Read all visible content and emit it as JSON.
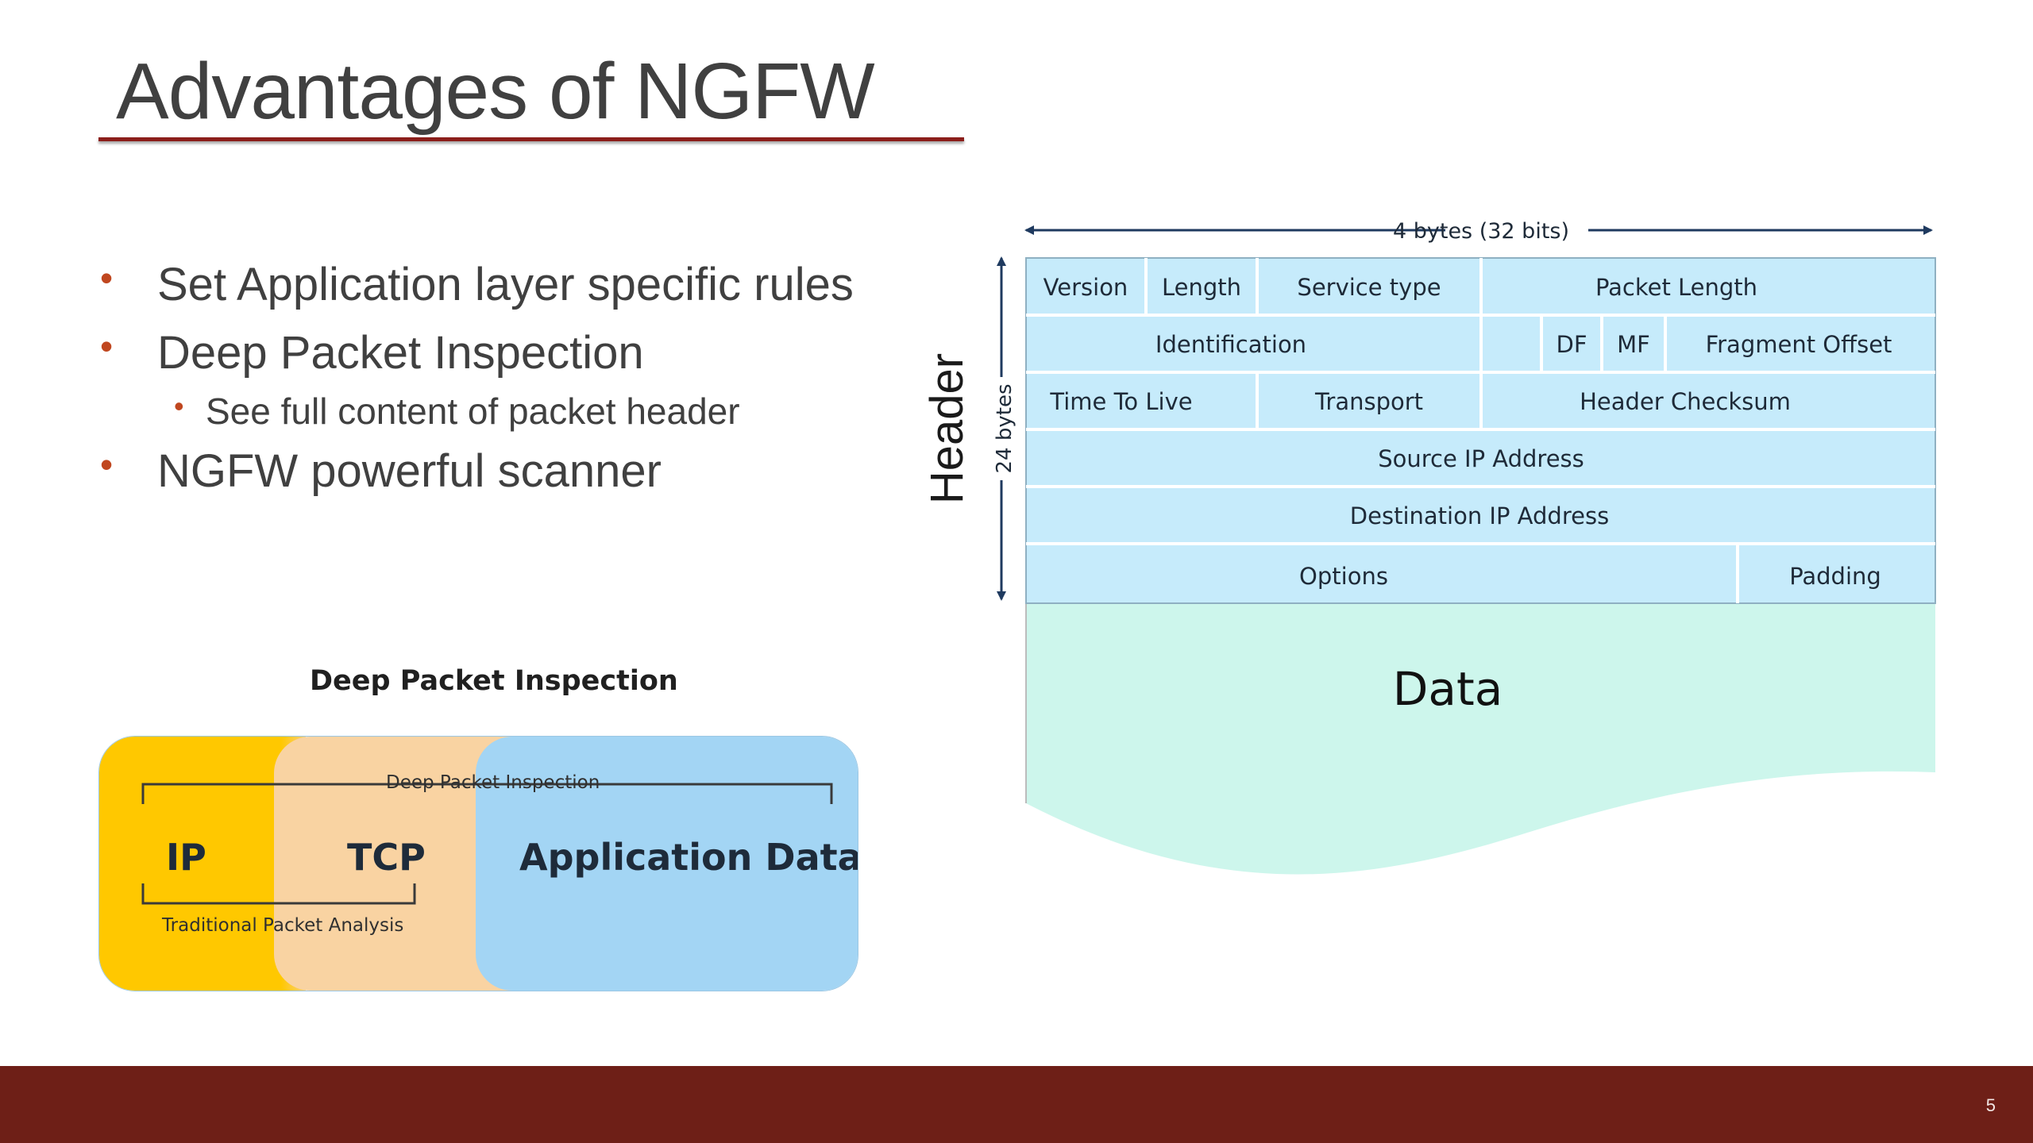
{
  "slide": {
    "title": "Advantages of NGFW",
    "page_number": "5",
    "colors": {
      "accent": "#8b1e1a",
      "footer": "#6e1f17",
      "bullet": "#c0471f",
      "text": "#404040"
    }
  },
  "bullets": [
    {
      "text": "Set Application layer specific rules",
      "level": 1
    },
    {
      "text": "Deep Packet Inspection",
      "level": 1
    },
    {
      "text": "See full content of packet header",
      "level": 2
    },
    {
      "text": "NGFW powerful scanner",
      "level": 1
    }
  ],
  "dpi_diagram": {
    "heading": "Deep Packet Inspection",
    "top_bracket_label": "Deep Packet Inspection",
    "bottom_bracket_label": "Traditional Packet Analysis",
    "segments": [
      {
        "label": "IP",
        "color": "#ffc800"
      },
      {
        "label": "TCP",
        "color": "#f9d3a2"
      },
      {
        "label": "Application Data",
        "color": "#a3d5f4"
      }
    ]
  },
  "ip_header": {
    "width_label": "4 bytes (32 bits)",
    "side_label": "Header",
    "side_sublabel": "24 bytes",
    "data_label": "Data",
    "header_color": "#c6ebfb",
    "data_color": "#cdf6ec",
    "rows": [
      [
        "Version",
        "Length",
        "Service type",
        "Packet Length"
      ],
      [
        "Identification",
        "",
        "DF",
        "MF",
        "Fragment Offset"
      ],
      [
        "Time To Live",
        "Transport",
        "Header Checksum"
      ],
      [
        "Source IP Address"
      ],
      [
        "Destination IP Address"
      ],
      [
        "Options",
        "Padding"
      ]
    ]
  }
}
